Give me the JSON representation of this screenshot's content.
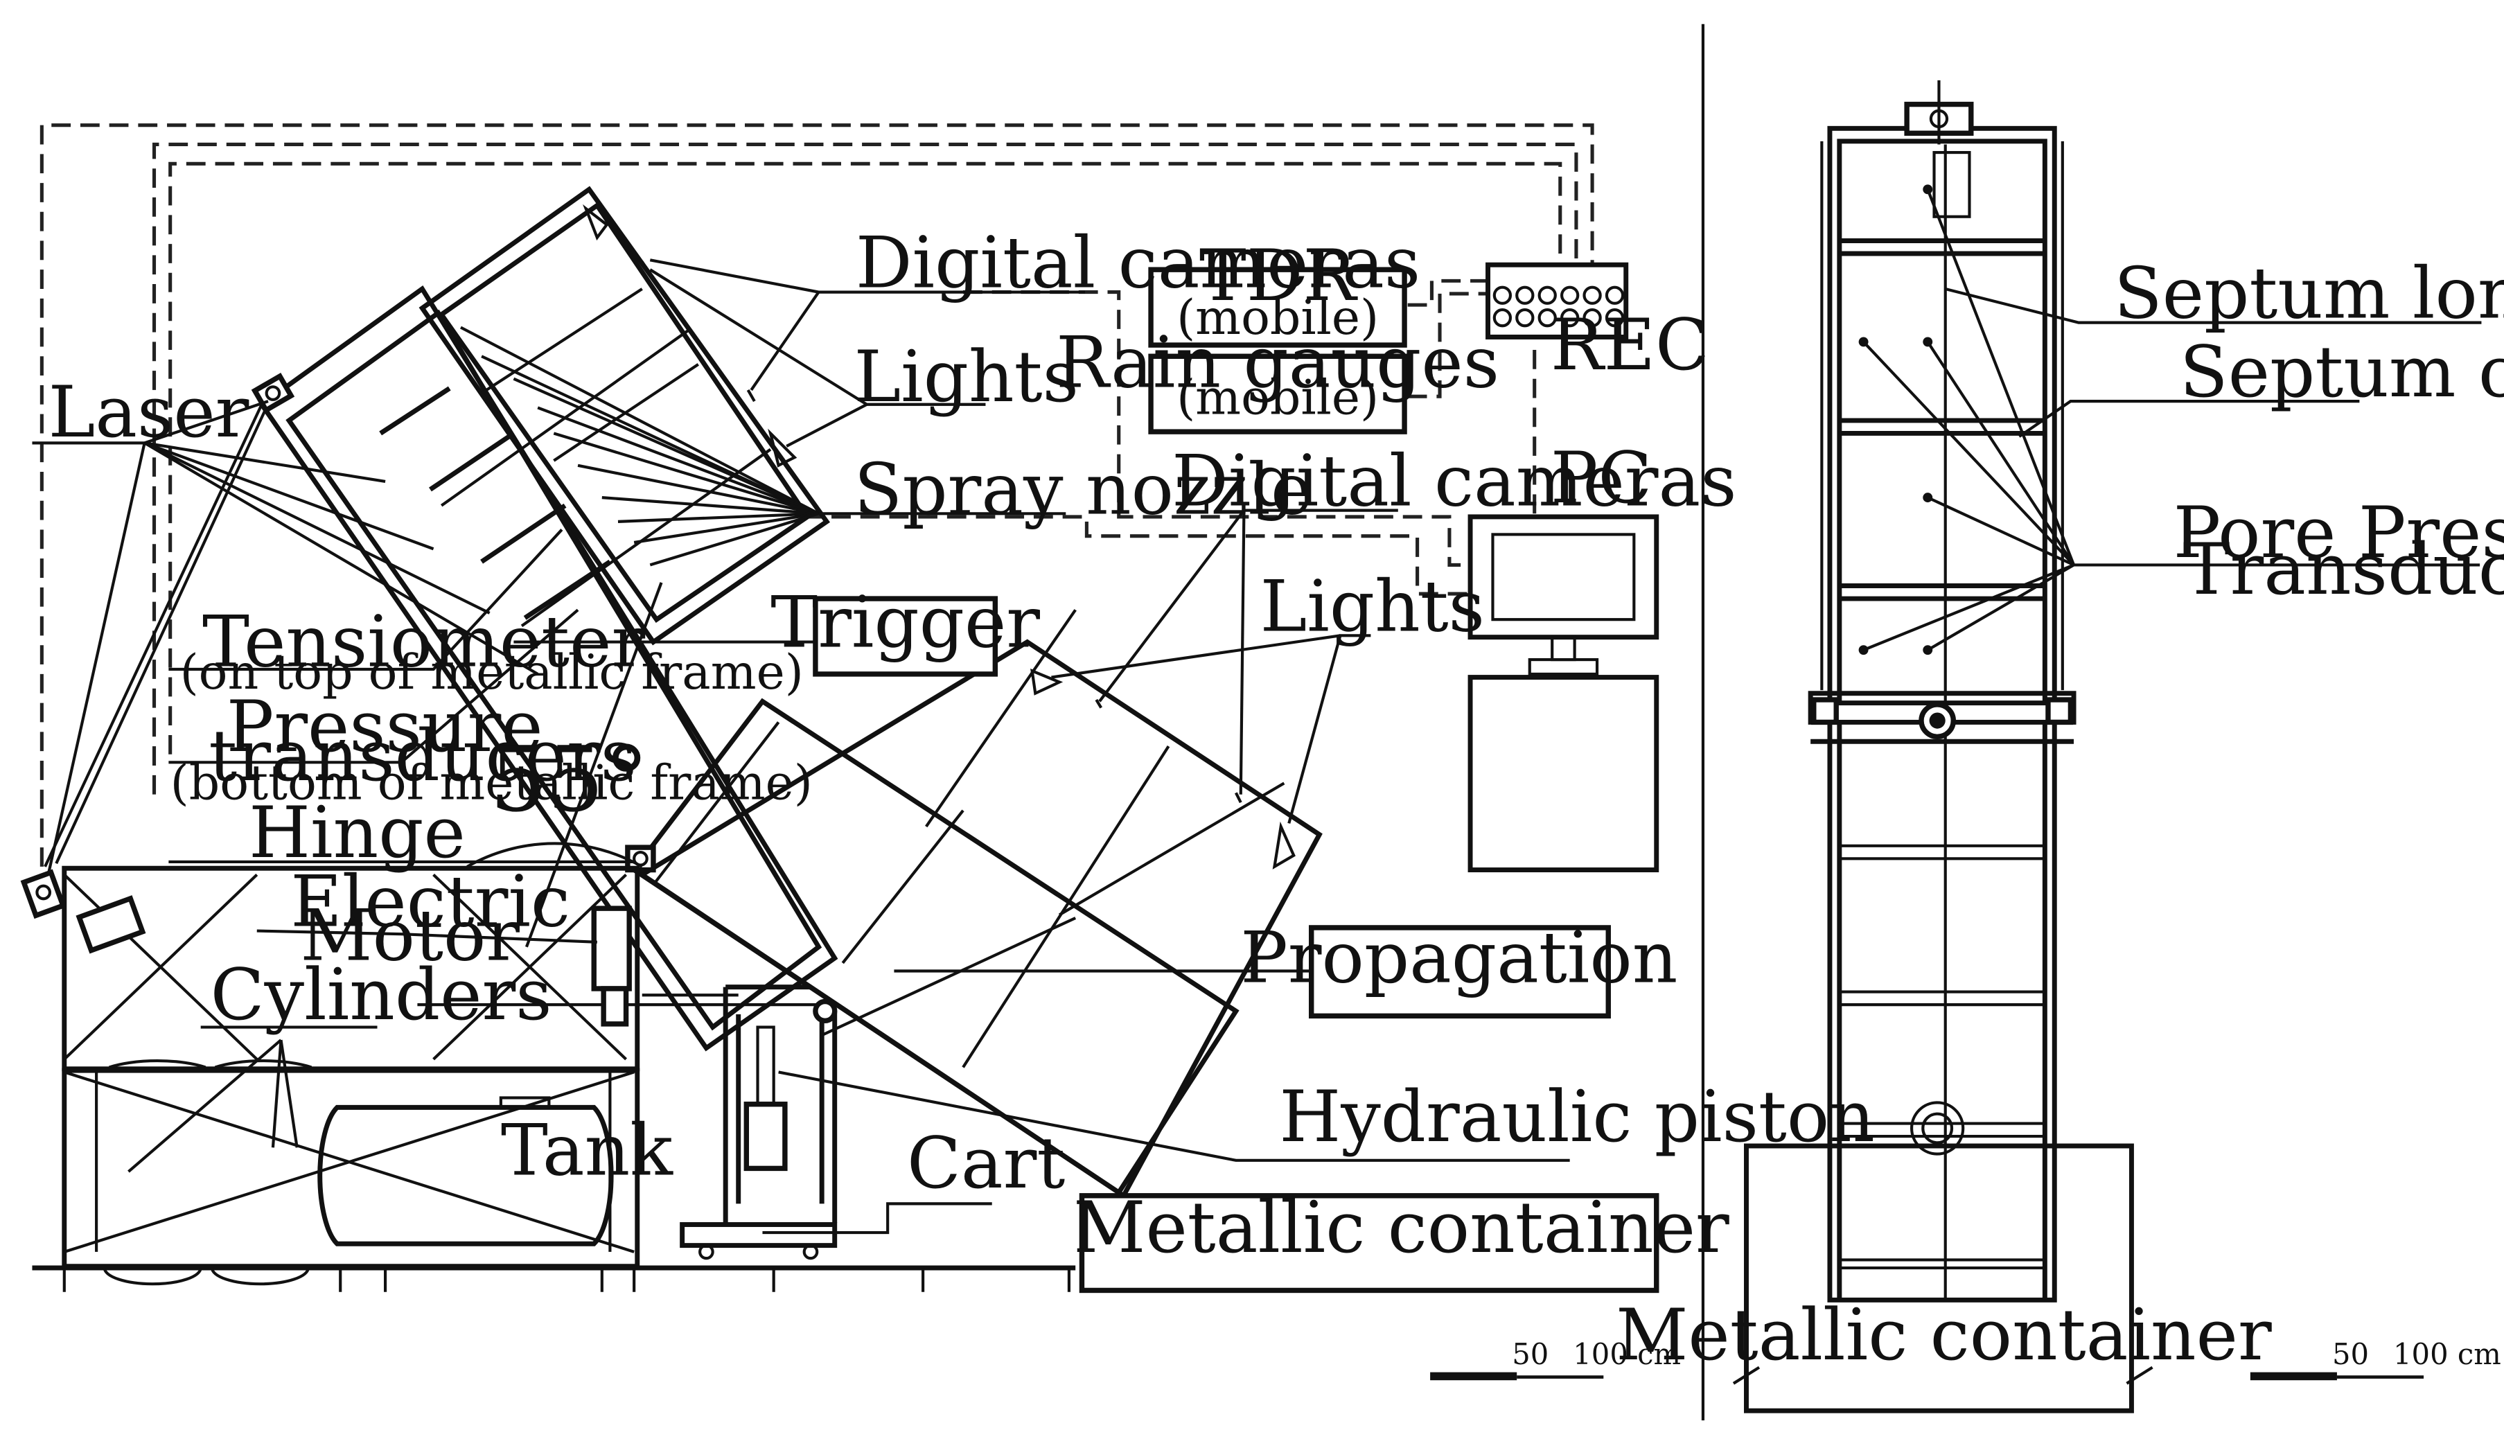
{
  "side_view": {
    "labels": {
      "digital_cameras_top": "Digital cameras",
      "lights_top": "Lights",
      "laser": "Laser",
      "spray_nozzle": "Spray nozzle",
      "digital_cameras_mid": "Digital cameras",
      "lights_mid": "Lights",
      "tensiometer": "Tensiometer",
      "tensiometer_note": "(on top of metallic frame)",
      "pressure": "Pressure",
      "transducers": "transducers",
      "pressure_note": "(bottom of metallic frame)",
      "angle": "55°",
      "hinge": "Hinge",
      "electric": "Electric",
      "motor": "Motor",
      "cylinders": "Cylinders",
      "tank": "Tank",
      "cart": "Cart",
      "hydraulic_piston": "Hydraulic piston",
      "pc": "PC",
      "rec": "REC"
    },
    "boxes": {
      "tdr": "TDR",
      "tdr_note": "(mobile)",
      "rain_gauges": "Rain gauges",
      "rain_note": "(mobile)",
      "trigger": "Trigger",
      "propagation": "Propagation",
      "metallic_container": "Metallic container"
    },
    "scale": {
      "label_50": "50",
      "label_100": "100 cm"
    }
  },
  "front_view": {
    "labels": {
      "septum_longitudinal": "Septum longitudinal",
      "septum_cross": "Septum cross",
      "pore_pressure": "Pore Pressure",
      "transducers": "Transducers",
      "metallic_container": "Metallic container"
    },
    "scale": {
      "label_50": "50",
      "label_100": "100 cm"
    }
  }
}
